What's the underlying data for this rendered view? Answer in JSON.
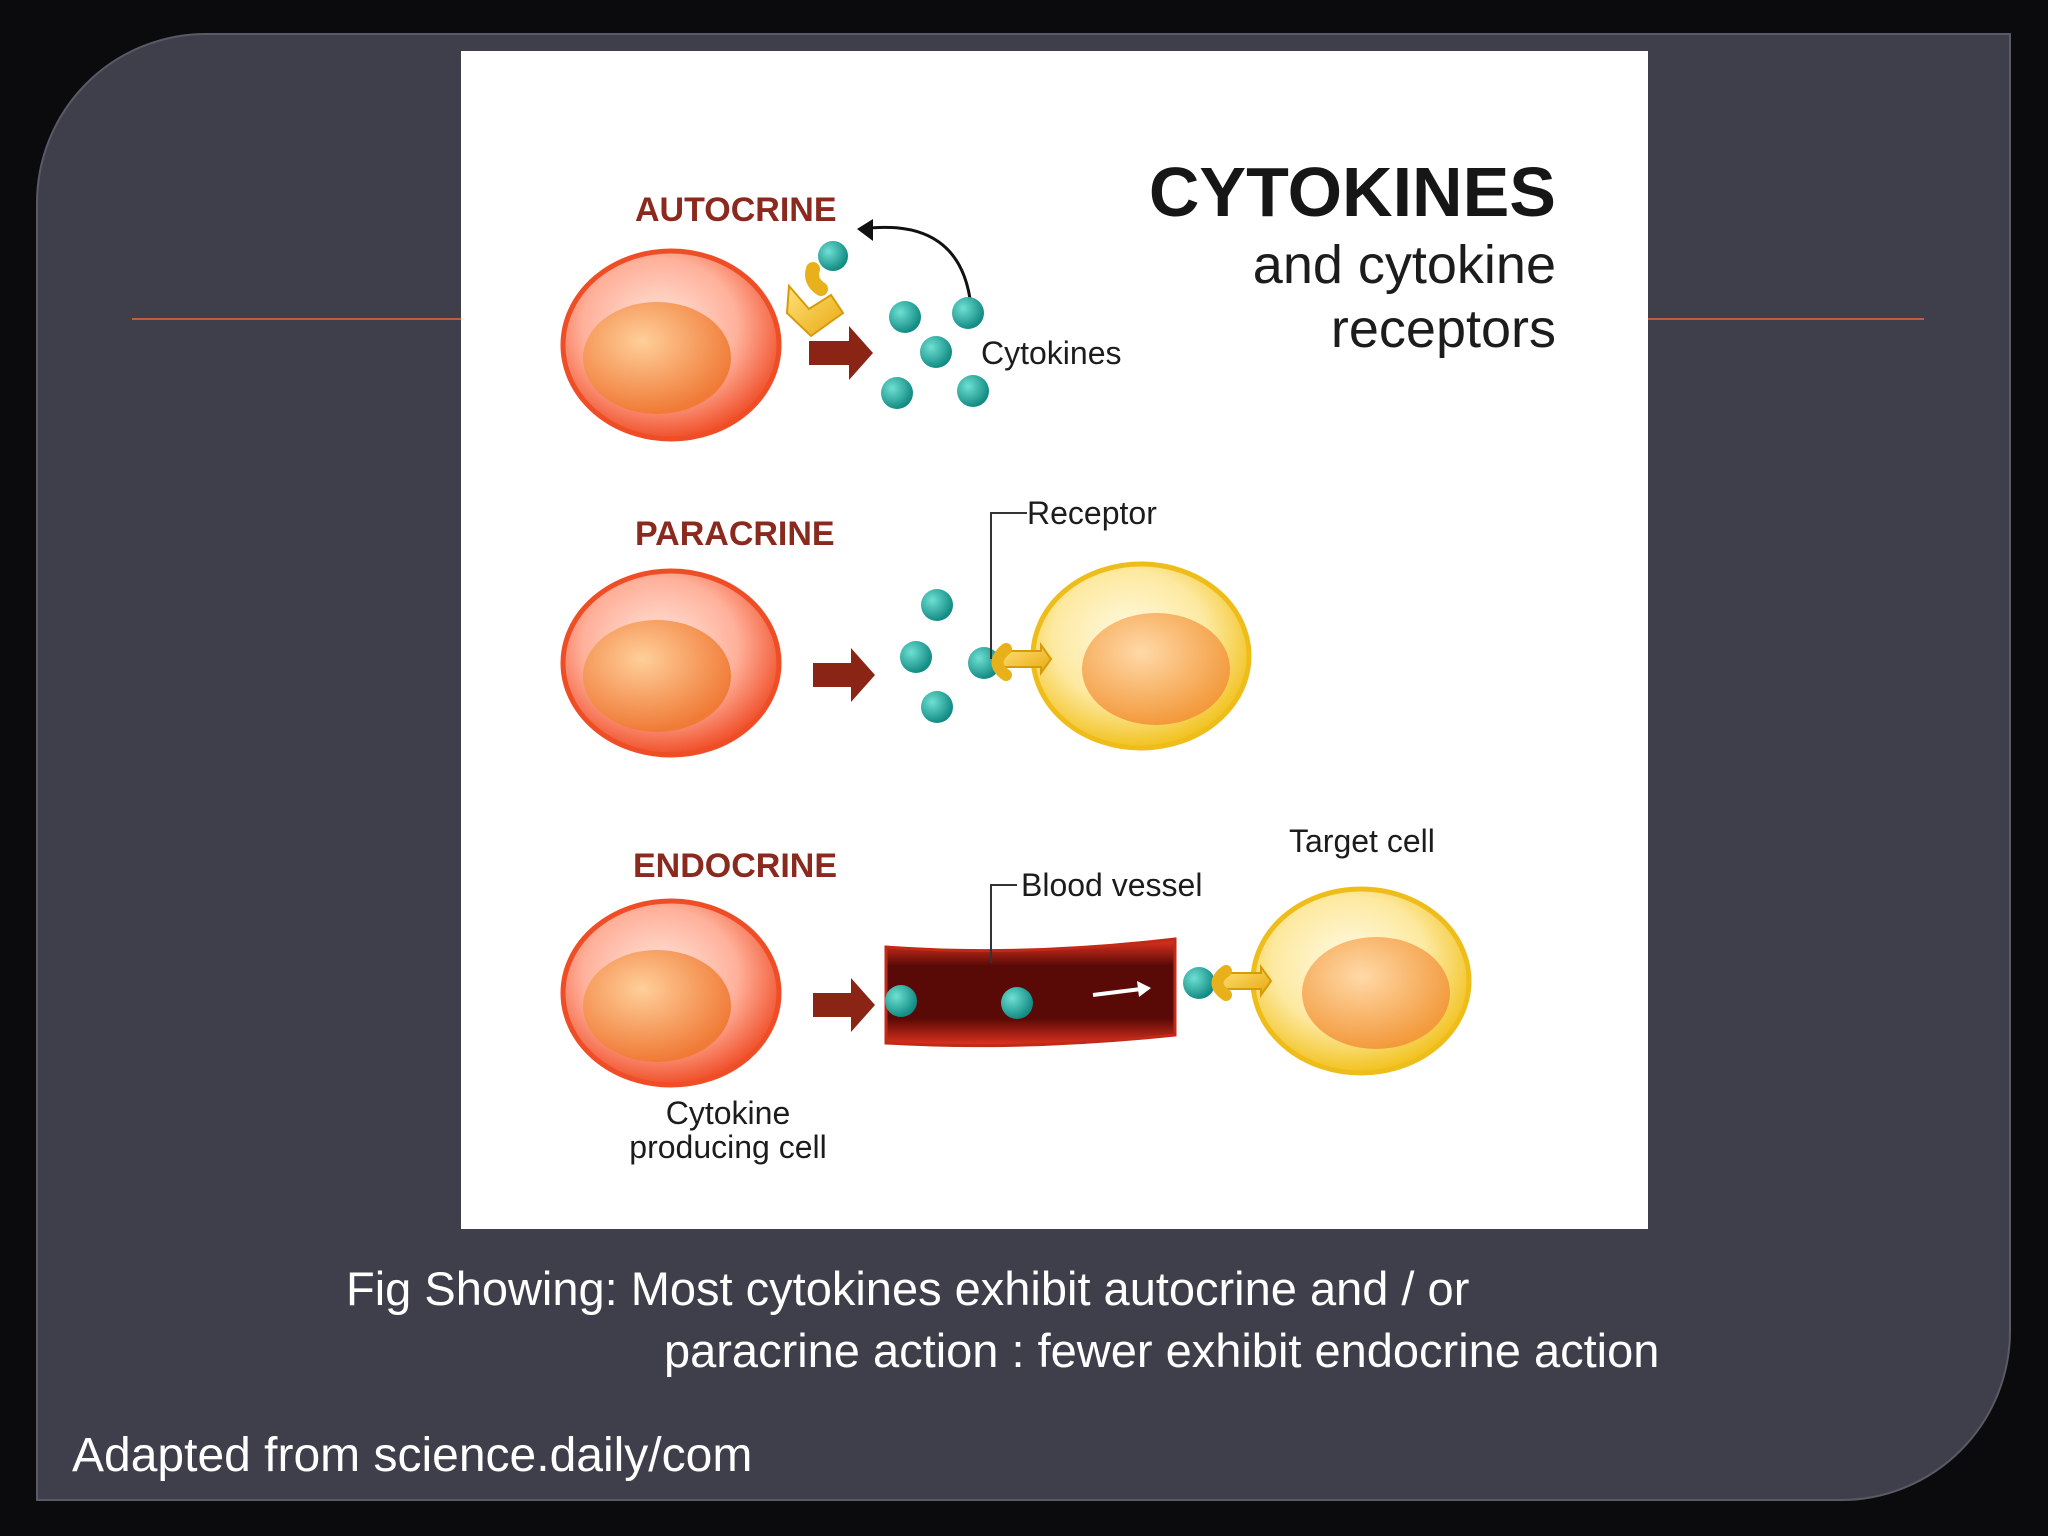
{
  "figure": {
    "title": "CYTOKINES",
    "subtitle_line1": "and cytokine",
    "subtitle_line2": "receptors",
    "sections": {
      "autocrine": "AUTOCRINE",
      "paracrine": "PARACRINE",
      "endocrine": "ENDOCRINE"
    },
    "labels": {
      "cytokines": "Cytokines",
      "receptor": "Receptor",
      "blood_vessel": "Blood vessel",
      "target_cell": "Target cell",
      "producing_cell_line1": "Cytokine",
      "producing_cell_line2": "producing cell"
    }
  },
  "caption": {
    "line1": "Fig Showing: Most cytokines exhibit autocrine and / or",
    "line2": "paracrine action : fewer exhibit endocrine action"
  },
  "credit": "Adapted from science.daily/com",
  "colors": {
    "slide_bg": "#3f3f4b",
    "accent_rule": "#c25a44",
    "section_label": "#8a2a1e",
    "cytokine": "#1e9e94",
    "producer_cell": "#f4663c",
    "target_cell": "#f7cf3a"
  }
}
